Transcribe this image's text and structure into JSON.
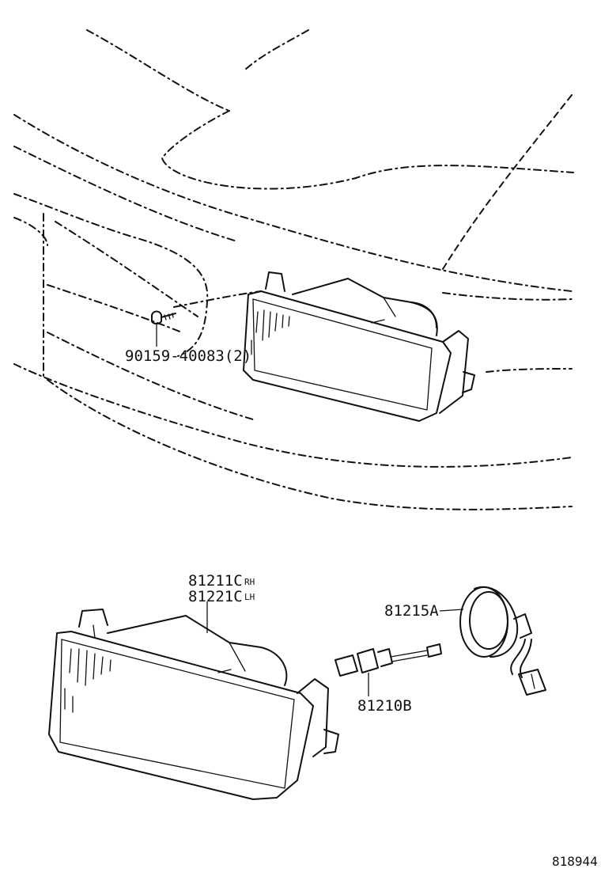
{
  "labels": {
    "screw": "90159-40083(2)",
    "lamp_rh_part": "81211C",
    "lamp_rh_side": "RH",
    "lamp_lh_part": "81221C",
    "lamp_lh_side": "LH",
    "socket": "81215A",
    "bulb": "81210B"
  },
  "figure_id": "818944"
}
